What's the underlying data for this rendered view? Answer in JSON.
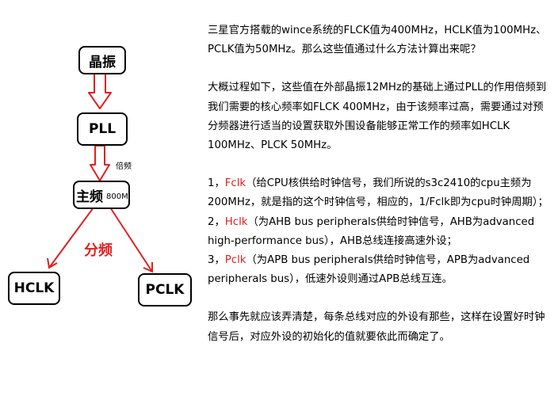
{
  "diagram": {
    "crystal_label": "晶振",
    "pll_label": "PLL",
    "multiply_label": "倍频",
    "main_freq_label": "主频",
    "main_freq_value": "800M",
    "divide_label": "分频",
    "hclk_label": "HCLK",
    "pclk_label": "PCLK",
    "arrow_color": "#e02020"
  },
  "text": {
    "para1": "三星官方搭载的wince系统的FLCK值为400MHz，HCLK值为100MHz、PCLK值为50MHz。那么这些值通过什么方法计算出来呢？",
    "para2": "大概过程如下，这些值在外部晶振12MHz的基础上通过PLL的作用倍频到我们需要的核心频率如FLCK 400MHz，由于该频率过高，需要通过对预分频器进行适当的设置获取外围设备能够正常工作的频率如HCLK 100MHz、PLCK 50MHz。",
    "item1_prefix": "1，",
    "item1_key": "Fclk",
    "item1_text": "（给CPU核供给时钟信号，我们所说的s3c2410的cpu主频为200MHz，就是指的这个时钟信号，相应的，1/Fclk即为cpu时钟周期）；",
    "item2_prefix": "2，",
    "item2_key": "Hclk",
    "item2_text": "（为AHB bus peripherals供给时钟信号，AHB为advanced high-performance bus），AHB总线连接高速外设；",
    "item3_prefix": "3，",
    "item3_key": "Pclk",
    "item3_text": "（为APB bus peripherals供给时钟信号，APB为advanced peripherals bus），低速外设则通过APB总线互连。",
    "para4": "那么事先就应该弄清楚，每条总线对应的外设有那些，这样在设置好时钟信号后，对应外设的初始化的值就要依此而确定了。"
  }
}
